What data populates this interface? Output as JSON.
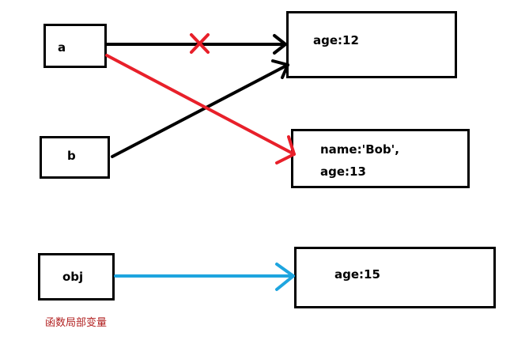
{
  "variables": {
    "a": "a",
    "b": "b",
    "obj": "obj"
  },
  "objects": {
    "age12": "age:12",
    "bob_line1": "name:'Bob',",
    "bob_line2": "age:13",
    "age15": "age:15"
  },
  "caption": "函数局部变量",
  "colors": {
    "black": "#000000",
    "red": "#e8202a",
    "blue": "#1ea5df",
    "caption": "#b22222"
  }
}
